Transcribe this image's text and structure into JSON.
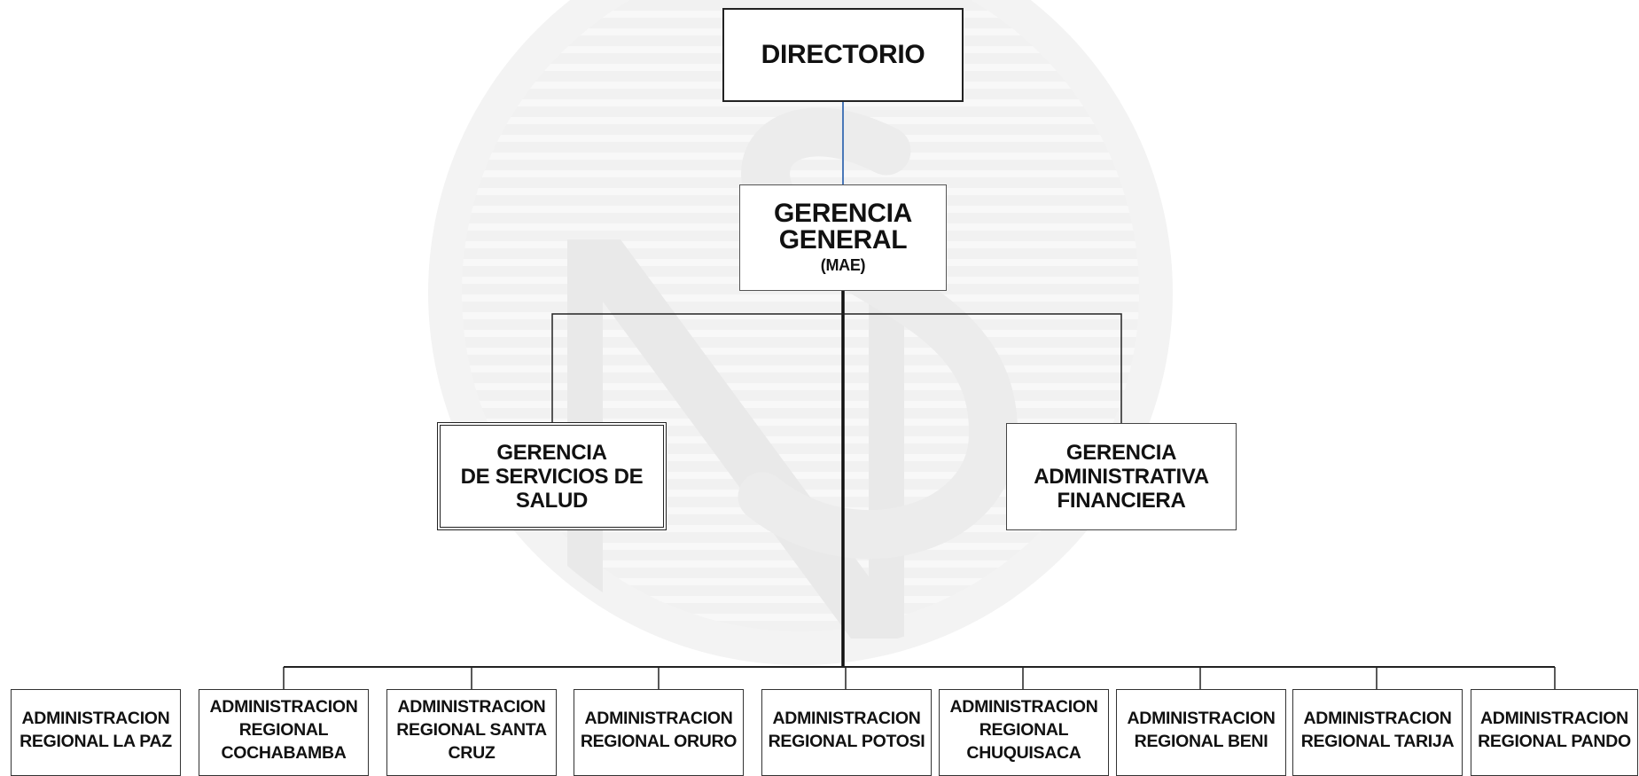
{
  "directorio": {
    "label": "DIRECTORIO"
  },
  "gerencia_general": {
    "label": "GERENCIA\nGENERAL",
    "sublabel": "(MAE)"
  },
  "gerencia_salud": {
    "label": "GERENCIA\nDE SERVICIOS DE\nSALUD"
  },
  "gerencia_financiera": {
    "label": "GERENCIA\nADMINISTRATIVA\nFINANCIERA"
  },
  "regionales": [
    {
      "label": "ADMINISTRACION\nREGIONAL LA PAZ"
    },
    {
      "label": "ADMINISTRACION\nREGIONAL\nCOCHABAMBA"
    },
    {
      "label": "ADMINISTRACION\nREGIONAL SANTA\nCRUZ"
    },
    {
      "label": "ADMINISTRACION\nREGIONAL ORURO"
    },
    {
      "label": "ADMINISTRACION\nREGIONAL POTOSI"
    },
    {
      "label": "ADMINISTRACION\nREGIONAL\nCHUQUISACA"
    },
    {
      "label": "ADMINISTRACION\nREGIONAL BENI"
    },
    {
      "label": "ADMINISTRACION\nREGIONAL TARIJA"
    },
    {
      "label": "ADMINISTRACION\nREGIONAL PANDO"
    }
  ],
  "colors": {
    "box_border": "#222222",
    "connector": "#111111",
    "directorio_link": "#4a78b8",
    "watermark": "#f2f2f2"
  }
}
